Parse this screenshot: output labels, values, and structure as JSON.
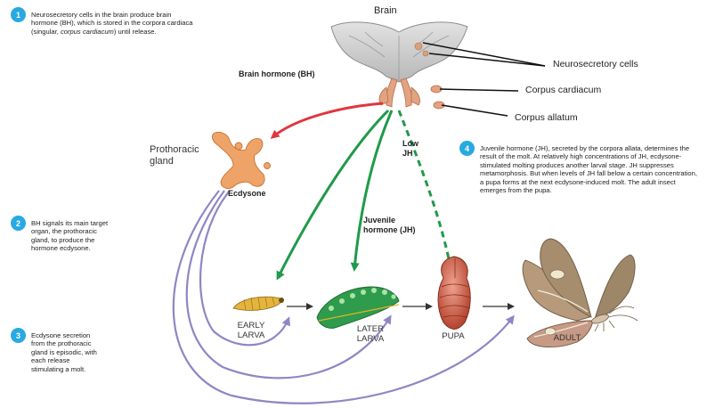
{
  "steps": [
    {
      "number": "1",
      "text_before": "Neurosecretory cells in the brain produce brain hormone (BH), which is stored in the corpora cardiaca (singular, ",
      "text_italic": "corpus cardiacum",
      "text_after": ") until release."
    },
    {
      "number": "2",
      "text": "BH signals its main target organ, the prothoracic gland, to produce the hormone ecdysone."
    },
    {
      "number": "3",
      "text": "Ecdysone secretion from the prothoracic gland is episodic, with each release stimulating a molt."
    },
    {
      "number": "4",
      "text": "Juvenile hormone (JH), secreted by the corpora allata, determines the result of the molt.  At relatively high concentrations of JH, ecdysone-stimulated molting produces another larval stage. JH suppresses metamorphosis. But when levels of JH fall below a certain concentration, a pupa forms at the next ecdysone-induced molt. The adult insect emerges from the pupa."
    }
  ],
  "labels": {
    "brain": "Brain",
    "neurosecretory_cells": "Neurosecretory cells",
    "corpus_cardiacum": "Corpus cardiacum",
    "corpus_allatum": "Corpus allatum",
    "brain_hormone": "Brain hormone (BH)",
    "prothoracic_gland": "Prothoracic gland",
    "ecdysone": "Ecdysone",
    "low_jh": "Low JH",
    "juvenile_hormone": "Juvenile hormone (JH)",
    "early_larva": "EARLY LARVA",
    "later_larva": "LATER LARVA",
    "pupa": "PUPA",
    "adult": "ADULT"
  },
  "colors": {
    "badge": "#29a9e1",
    "bh_arrow": "#e0363f",
    "jh_arrow": "#1f9a4a",
    "ecdysone_arrow": "#8e86c4",
    "gland": "#e98a3c"
  }
}
